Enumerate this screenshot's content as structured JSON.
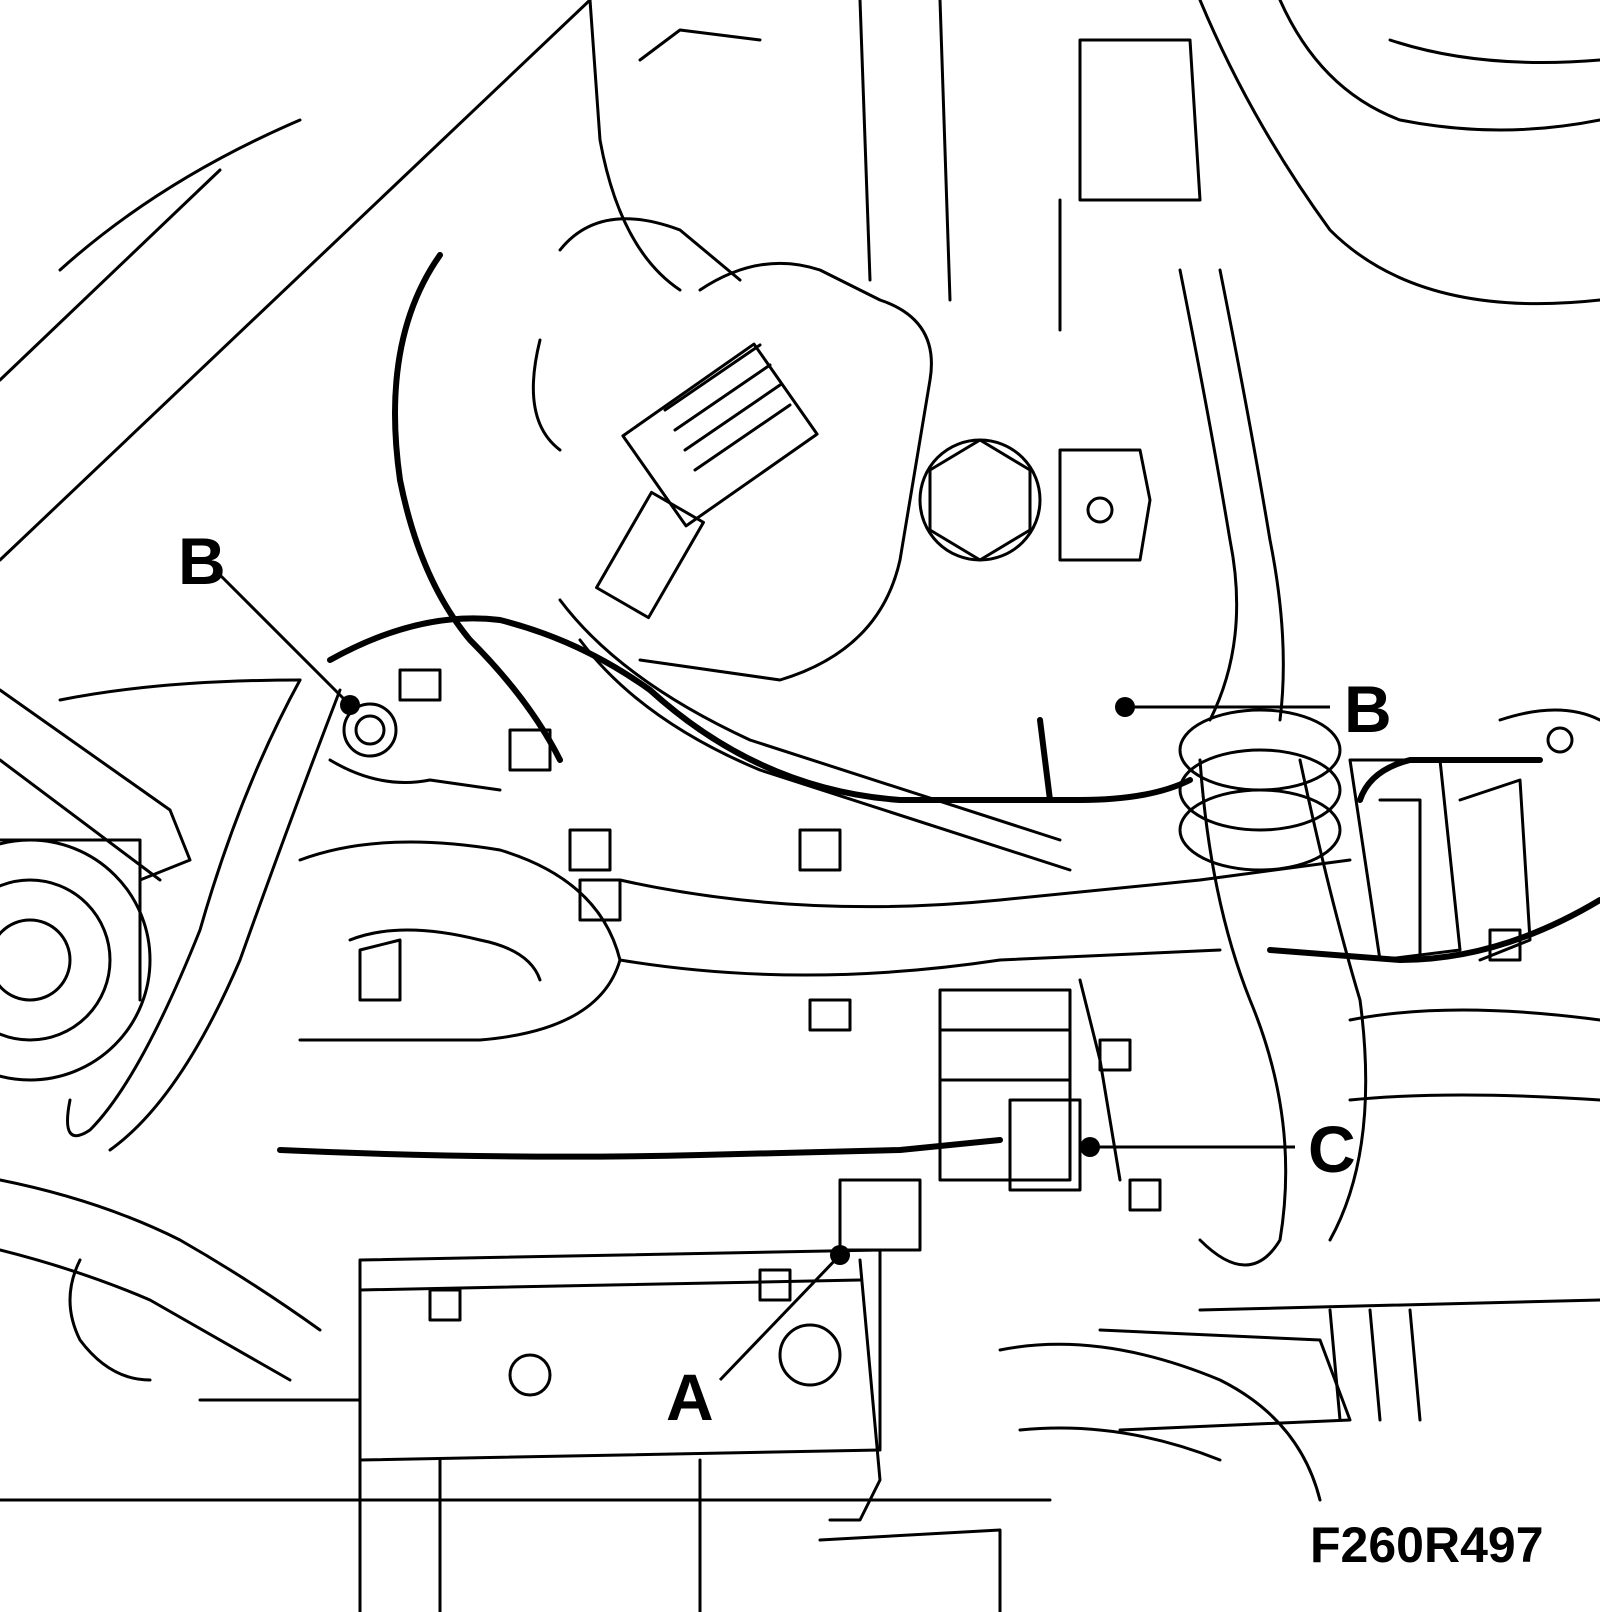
{
  "callouts": {
    "b_left": "B",
    "b_right": "B",
    "c": "C",
    "a": "A"
  },
  "figure_id": "F260R497",
  "colors": {
    "ink": "#000000",
    "paper": "#ffffff"
  }
}
